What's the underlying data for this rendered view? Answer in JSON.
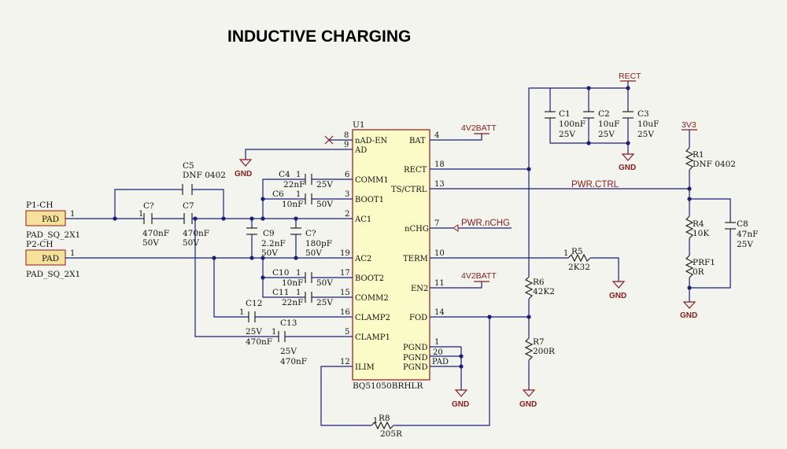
{
  "title": "INDUCTIVE CHARGING",
  "ic": {
    "ref": "U1",
    "part": "BQ51050BRHLR",
    "left_pins": [
      {
        "num": "8",
        "name": "nAD-EN"
      },
      {
        "num": "9",
        "name": "AD"
      },
      {
        "num": "6",
        "name": "COMM1"
      },
      {
        "num": "3",
        "name": "BOOT1"
      },
      {
        "num": "2",
        "name": "AC1"
      },
      {
        "num": "19",
        "name": "AC2"
      },
      {
        "num": "17",
        "name": "BOOT2"
      },
      {
        "num": "15",
        "name": "COMM2"
      },
      {
        "num": "16",
        "name": "CLAMP2"
      },
      {
        "num": "5",
        "name": "CLAMP1"
      },
      {
        "num": "12",
        "name": "ILIM"
      }
    ],
    "right_pins": [
      {
        "num": "4",
        "name": "BAT"
      },
      {
        "num": "18",
        "name": "RECT"
      },
      {
        "num": "13",
        "name": "TS/CTRL"
      },
      {
        "num": "7",
        "name": "nCHG"
      },
      {
        "num": "10",
        "name": "TERM"
      },
      {
        "num": "11",
        "name": "EN2"
      },
      {
        "num": "14",
        "name": "FOD"
      },
      {
        "num": "1",
        "name": "PGND"
      },
      {
        "num": "20",
        "name": "PGND"
      },
      {
        "num": "PAD",
        "name": "PGND"
      }
    ]
  },
  "connectors": [
    {
      "ref": "P1-CH",
      "pad": "PAD",
      "pin": "1",
      "footprint": "PAD_SQ_2X1"
    },
    {
      "ref": "P2-CH",
      "pad": "PAD",
      "pin": "1",
      "footprint": "PAD_SQ_2X1"
    }
  ],
  "components": {
    "C5": {
      "ref": "C5",
      "value": "DNF 0402"
    },
    "Cq1": {
      "ref": "C?",
      "value": "470nF",
      "voltage": "50V",
      "pin": "1"
    },
    "C7": {
      "ref": "C7",
      "value": "470nF",
      "voltage": "50V"
    },
    "C4": {
      "ref": "C4",
      "value": "22nF",
      "voltage": "25V",
      "pin": "1"
    },
    "C6": {
      "ref": "C6",
      "value": "10nF",
      "voltage": "50V",
      "pin": "1"
    },
    "C9": {
      "ref": "C9",
      "value": "2.2nF",
      "voltage": "50V"
    },
    "Cq2": {
      "ref": "C?",
      "value": "180pF",
      "voltage": "50V"
    },
    "C10": {
      "ref": "C10",
      "value": "10nF",
      "voltage": "50V",
      "pin": "1"
    },
    "C11": {
      "ref": "C11",
      "value": "22nF",
      "voltage": "25V",
      "pin": "1"
    },
    "C12": {
      "ref": "C12",
      "value": "470nF",
      "voltage": "25V",
      "pin": "1"
    },
    "C13": {
      "ref": "C13",
      "value": "470nF",
      "voltage": "25V",
      "pin": "1"
    },
    "C1": {
      "ref": "C1",
      "value": "100nF",
      "voltage": "25V"
    },
    "C2": {
      "ref": "C2",
      "value": "10uF",
      "voltage": "25V"
    },
    "C3": {
      "ref": "C3",
      "value": "10uF",
      "voltage": "25V"
    },
    "C8": {
      "ref": "C8",
      "value": "47nF",
      "voltage": "25V"
    },
    "R1": {
      "ref": "R1",
      "value": "DNF 0402"
    },
    "R4": {
      "ref": "R4",
      "value": "10K"
    },
    "PRF1": {
      "ref": "PRF1",
      "value": "0R"
    },
    "R5": {
      "ref": "R5",
      "value": "2K32",
      "pin": "1"
    },
    "R6": {
      "ref": "R6",
      "value": "42K2"
    },
    "R7": {
      "ref": "R7",
      "value": "200R"
    },
    "R8": {
      "ref": "R8",
      "value": "205R",
      "pin": "1"
    }
  },
  "nets": {
    "rect": "RECT",
    "bat1": "4V2BATT",
    "bat2": "4V2BATT",
    "v3v3": "3V3",
    "pwr_ctrl": "PWR.CTRL",
    "pwr_nchg": "PWR.nCHG",
    "gnd": "GND"
  },
  "colors": {
    "wire": "#1a1f7a",
    "net_label": "#8b1a1a",
    "ic_fill": "#fbfbc7",
    "pad_fill": "#f5e19a",
    "background": "#f4f4ef"
  }
}
